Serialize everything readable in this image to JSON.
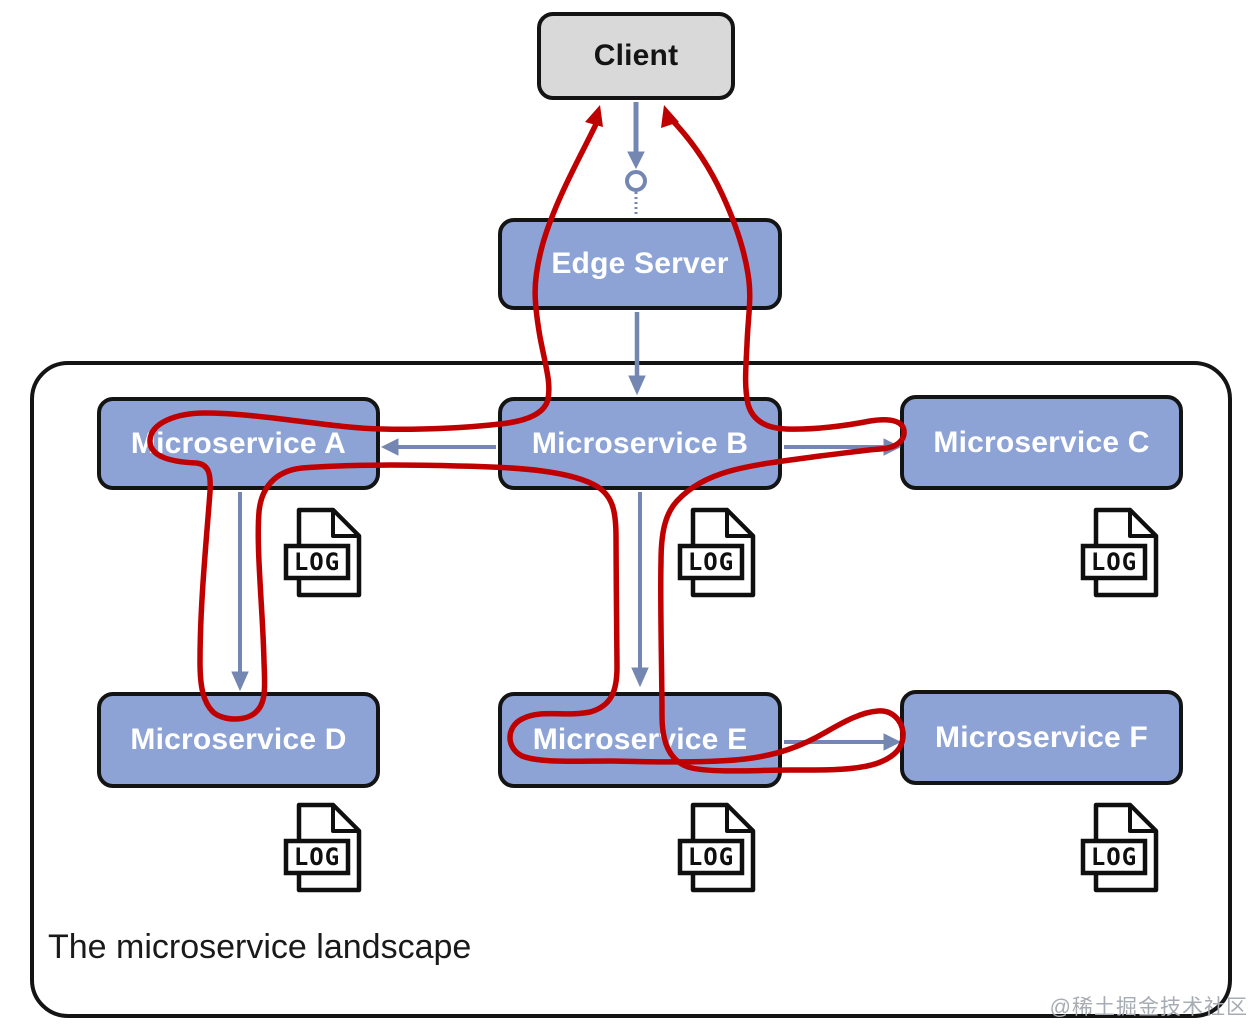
{
  "nodes": {
    "client": "Client",
    "edge_server": "Edge Server",
    "ms_a": "Microservice A",
    "ms_b": "Microservice B",
    "ms_c": "Microservice C",
    "ms_d": "Microservice D",
    "ms_e": "Microservice E",
    "ms_f": "Microservice F"
  },
  "icons": {
    "log_label": "LOG"
  },
  "caption": "The microservice landscape",
  "watermark": "@稀土掘金技术社区",
  "colors": {
    "node_fill": "#8da3d6",
    "client_fill": "#d9d9d9",
    "trace_red": "#c00000",
    "arrow_blue": "#7487b2",
    "outline": "#141414"
  }
}
